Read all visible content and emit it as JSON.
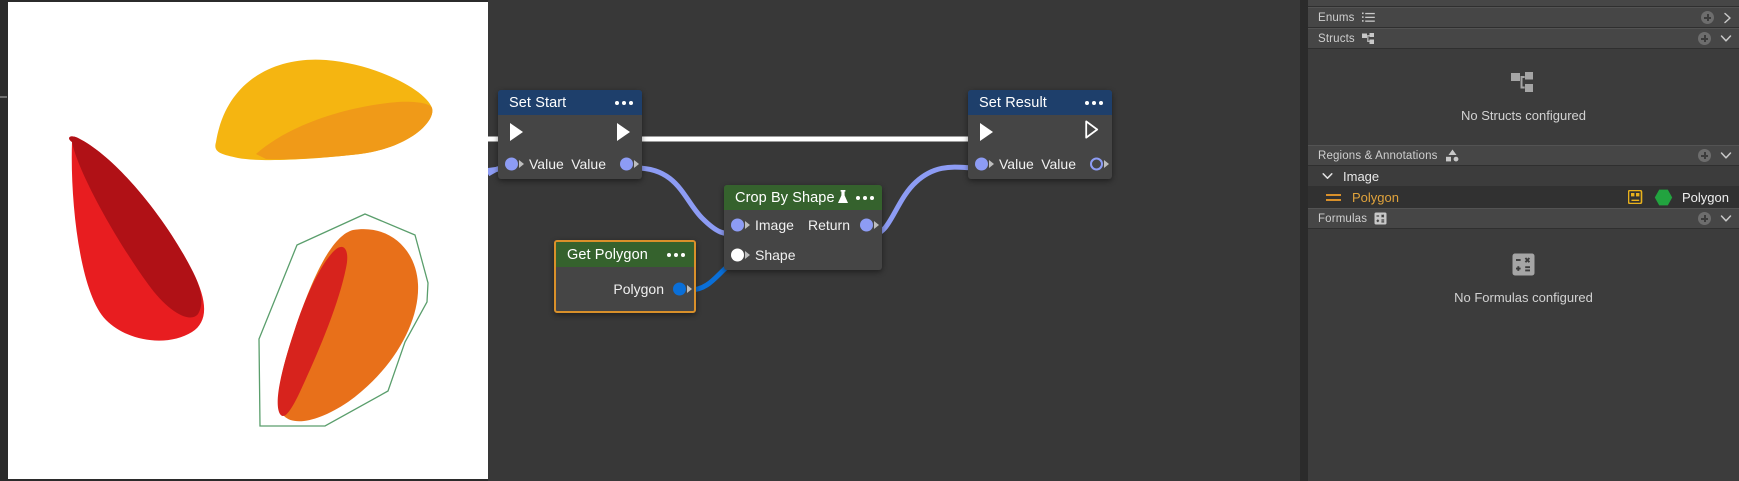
{
  "app": {
    "canvas_bg": "#383838",
    "panel_bg": "#3c3c3c",
    "accent_orange": "#e0a33c",
    "accent_green": "#22a33f",
    "exec_wire_color": "#ffffff",
    "data_wire_color": "#8d9cf4",
    "shape_wire_color": "#0a6fd8"
  },
  "image_viewer": {
    "name": "image-preview",
    "background": "#ffffff",
    "shapes": [
      {
        "name": "yellow-petal",
        "fill": "#f5b511",
        "shade": "#f09a18"
      },
      {
        "name": "red-petal",
        "fill": "#e81d20",
        "shade": "#b01116"
      },
      {
        "name": "orange-petal",
        "fill": "#e8701a",
        "shade": "#d7231d"
      }
    ],
    "annotation": {
      "name": "polygon-outline",
      "stroke": "#5a9e6c"
    }
  },
  "graph": {
    "nodes": [
      {
        "id": "set-start",
        "title": "Set Start",
        "header_color": "#1e3f6b",
        "menu": "more-options",
        "selected": false,
        "inputs": [
          {
            "label": "Value",
            "pin": "blue"
          }
        ],
        "outputs": [
          {
            "label": "Value",
            "pin": "blue"
          }
        ]
      },
      {
        "id": "crop-by-shape",
        "title": "Crop By Shape",
        "header_color": "#35622d",
        "header_icon": "flask-icon",
        "menu": "more-options",
        "selected": false,
        "inputs": [
          {
            "label": "Image",
            "pin": "blue"
          },
          {
            "label": "Shape",
            "pin": "white"
          }
        ],
        "outputs": [
          {
            "label": "Return",
            "pin": "blue"
          }
        ]
      },
      {
        "id": "get-polygon",
        "title": "Get Polygon",
        "header_color": "#35622d",
        "menu": "more-options",
        "selected": true,
        "inputs": [],
        "outputs": [
          {
            "label": "Polygon",
            "pin": "darkblue"
          }
        ]
      },
      {
        "id": "set-result",
        "title": "Set Result",
        "header_color": "#1e3f6b",
        "menu": "more-options",
        "selected": false,
        "inputs": [
          {
            "label": "Value",
            "pin": "blue"
          }
        ],
        "outputs": [
          {
            "label": "Value",
            "pin": "hollow"
          }
        ]
      }
    ]
  },
  "panel": {
    "sections": [
      {
        "id": "enums",
        "title": "Enums",
        "icon": "enum-list-icon",
        "add": "add-enum-button",
        "chevron": "chevron-right-icon",
        "expanded": false
      },
      {
        "id": "structs",
        "title": "Structs",
        "icon": "struct-tree-icon",
        "add": "add-struct-button",
        "chevron": "chevron-down-icon",
        "expanded": true,
        "empty_text": "No Structs configured",
        "empty_icon": "struct-tree-icon"
      },
      {
        "id": "regions",
        "title": "Regions & Annotations",
        "icon": "shapes-icon",
        "add": "add-region-button",
        "chevron": "chevron-down-icon",
        "expanded": true
      },
      {
        "id": "formulas",
        "title": "Formulas",
        "icon": "calculator-icon",
        "add": "add-formula-button",
        "chevron": "chevron-down-icon",
        "expanded": true,
        "empty_text": "No Formulas configured",
        "empty_icon": "calculator-icon"
      }
    ],
    "regions_tree": {
      "group_label": "Image",
      "group_chevron": "chevron-down-icon",
      "items": [
        {
          "name": "Polygon",
          "type": "Polygon",
          "drag_handle": "drag-handle-icon",
          "link_icon": "linked-shape-icon",
          "swatch": "green-hexagon-icon",
          "swatch_color": "#22a33f",
          "name_color": "#e0a33c",
          "selected": true
        }
      ]
    }
  }
}
